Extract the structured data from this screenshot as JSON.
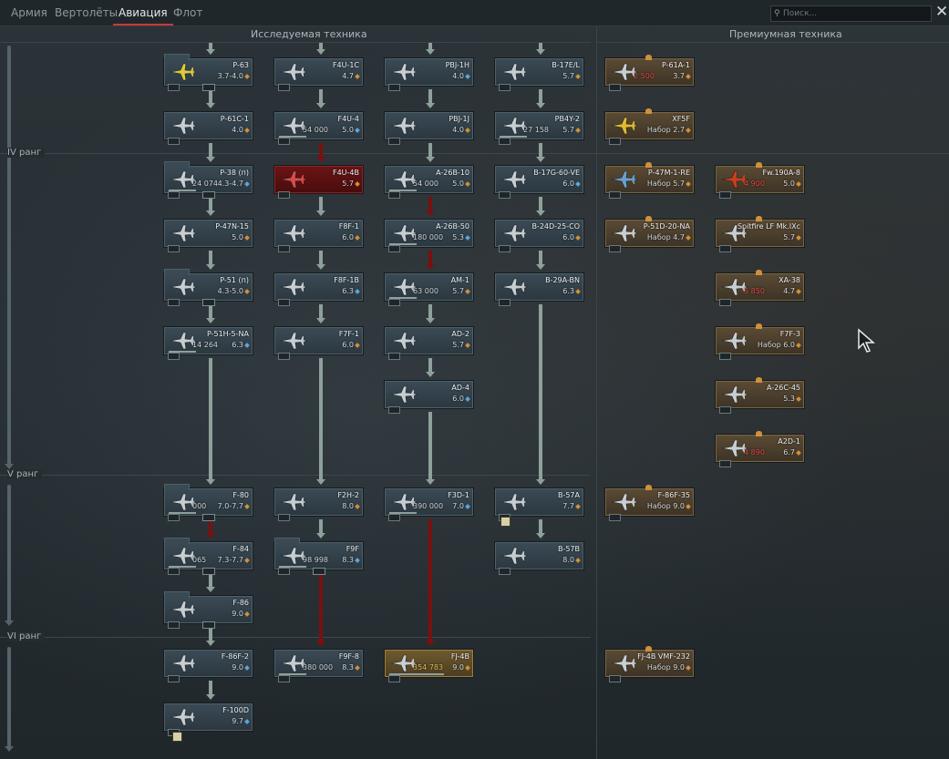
{
  "tabs": [
    "Армия",
    "Вертолёты",
    "Авиация",
    "Флот"
  ],
  "active_tab": 2,
  "search": {
    "placeholder": "Поиск..."
  },
  "headers": {
    "researchable": "Исследуемая техника",
    "premium": "Премиумная техника"
  },
  "ranks": [
    "IV ранг",
    "V ранг",
    "VI ранг"
  ],
  "colors": {
    "accent": "#c83a3a",
    "ge": "#d0903a",
    "rp": "#5fa5d8",
    "expensive_rp": "#e04848"
  },
  "cards": [
    {
      "name": "P-63",
      "br": "3.7-4.0",
      "rp": "",
      "style": "folder"
    },
    {
      "name": "F4U-1C",
      "br": "4.7",
      "rp": ""
    },
    {
      "name": "PBJ-1H",
      "br": "4.0",
      "rp": ""
    },
    {
      "name": "B-17E/L",
      "br": "5.7",
      "rp": ""
    },
    {
      "name": "P-61C-1",
      "br": "4.0",
      "rp": ""
    },
    {
      "name": "F4U-4",
      "br": "5.0",
      "rp": "54 000"
    },
    {
      "name": "PBJ-1J",
      "br": "4.0",
      "rp": ""
    },
    {
      "name": "PB4Y-2",
      "br": "5.7",
      "rp": "27 158"
    },
    {
      "name": "P-38 (п)",
      "br": "4.3-4.7",
      "rp": "24 074",
      "style": "folder"
    },
    {
      "name": "F4U-4B",
      "br": "5.7",
      "rp": "",
      "style": "red"
    },
    {
      "name": "A-26B-10",
      "br": "5.0",
      "rp": "54 000"
    },
    {
      "name": "B-17G-60-VE",
      "br": "6.0",
      "rp": ""
    },
    {
      "name": "P-47N-15",
      "br": "5.0",
      "rp": ""
    },
    {
      "name": "F8F-1",
      "br": "6.0",
      "rp": ""
    },
    {
      "name": "A-26B-50",
      "br": "5.3",
      "rp": "180 000"
    },
    {
      "name": "B-24D-25-CO",
      "br": "6.0",
      "rp": ""
    },
    {
      "name": "P-51 (п)",
      "br": "4.3-5.0",
      "rp": "",
      "style": "folder"
    },
    {
      "name": "F8F-1B",
      "br": "6.3",
      "rp": ""
    },
    {
      "name": "AM-1",
      "br": "5.7",
      "rp": "63 000"
    },
    {
      "name": "B-29A-BN",
      "br": "6.3",
      "rp": ""
    },
    {
      "name": "P-51H-5-NA",
      "br": "6.3",
      "rp": "14 264"
    },
    {
      "name": "F7F-1",
      "br": "6.0",
      "rp": ""
    },
    {
      "name": "AD-2",
      "br": "5.7",
      "rp": ""
    },
    {
      "name": "AD-4",
      "br": "6.0",
      "rp": ""
    },
    {
      "name": "F-80",
      "br": "7.0-7.7",
      "rp": "000",
      "style": "folder"
    },
    {
      "name": "F2H-2",
      "br": "8.0",
      "rp": ""
    },
    {
      "name": "F3D-1",
      "br": "7.0",
      "rp": "390 000"
    },
    {
      "name": "B-57A",
      "br": "7.7",
      "rp": ""
    },
    {
      "name": "F-84",
      "br": "7.3-7.7",
      "rp": "065",
      "style": "folder"
    },
    {
      "name": "F9F",
      "br": "8.3",
      "rp": "98 998",
      "style": "folder"
    },
    {
      "name": "B-57B",
      "br": "8.0",
      "rp": ""
    },
    {
      "name": "F-86",
      "br": "9.0",
      "rp": "",
      "style": "folder"
    },
    {
      "name": "F-86F-2",
      "br": "9.0",
      "rp": ""
    },
    {
      "name": "F9F-8",
      "br": "8.3",
      "rp": "380 000"
    },
    {
      "name": "FJ-4B",
      "br": "9.0",
      "rp": "354 783",
      "style": "gold"
    },
    {
      "name": "F-100D",
      "br": "9.7",
      "rp": ""
    },
    {
      "name": "P-61A-1",
      "br": "3.7",
      "rp": "2 500",
      "style": "prem"
    },
    {
      "name": "XF5F",
      "br": "Набор 2.7",
      "rp": "",
      "style": "prem"
    },
    {
      "name": "P-47M-1-RE",
      "br": "Набор 5.7",
      "rp": "",
      "style": "prem"
    },
    {
      "name": "Fw.190A-8",
      "br": "5.0",
      "rp": "4 900",
      "style": "prem"
    },
    {
      "name": "P-51D-20-NA",
      "br": "Набор 4.7",
      "rp": "",
      "style": "prem"
    },
    {
      "name": "Spitfire LF Mk.IXc",
      "br": "5.7",
      "rp": "",
      "style": "prem"
    },
    {
      "name": "XA-38",
      "br": "4.7",
      "rp": "5 850",
      "style": "prem"
    },
    {
      "name": "F7F-3",
      "br": "Набор 6.0",
      "rp": "",
      "style": "prem"
    },
    {
      "name": "A-26C-45",
      "br": "5.3",
      "rp": "",
      "style": "prem"
    },
    {
      "name": "A2D-1",
      "br": "6.7",
      "rp": "4 890",
      "style": "prem"
    },
    {
      "name": "F-86F-35",
      "br": "Набор 9.0",
      "rp": "",
      "style": "prem"
    },
    {
      "name": "FJ-4B VMF-232",
      "br": "Набор 9.0",
      "rp": "",
      "style": "prem"
    }
  ]
}
